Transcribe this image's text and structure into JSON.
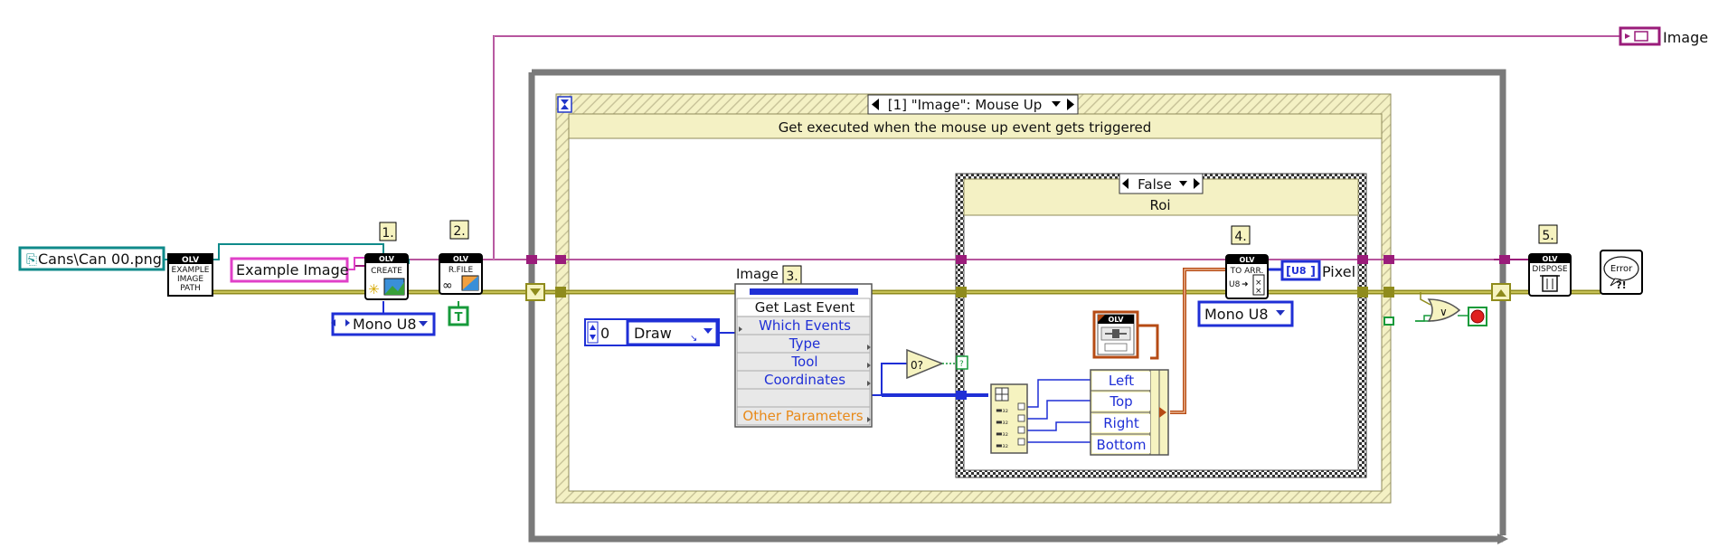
{
  "path_constant": "Cans\\Can 00.png",
  "nodes": {
    "example_image_path": {
      "header": "OLV",
      "lines": [
        "EXAMPLE",
        "IMAGE",
        "PATH"
      ]
    },
    "create": {
      "header": "OLV",
      "caption": "CREATE"
    },
    "read_file": {
      "header": "OLV",
      "caption": "R.FILE"
    },
    "to_array": {
      "header": "OLV",
      "caption": "TO ARR.",
      "sub": "U8"
    },
    "dispose": {
      "header": "OLV",
      "caption": "DISPOSE"
    },
    "draw_roi": {
      "header": "OLV"
    },
    "error_handler": {
      "caption": "Error",
      "sub": "?!"
    }
  },
  "image_name_constant": "Example Image",
  "step_labels": [
    "1.",
    "2.",
    "3.",
    "4.",
    "5."
  ],
  "mono_u8_labels": [
    "Mono U8",
    "Mono U8"
  ],
  "bool_constant": "T",
  "image_indicator_label": "Image",
  "event_structure": {
    "selector": "[1] \"Image\": Mouse Up",
    "comment": "Get executed when the mouse up event gets triggered"
  },
  "case_structure": {
    "selector": "False",
    "comment": "Roi"
  },
  "invoke_node": {
    "label": "Image",
    "methods": [
      "Get Last Event",
      "Which Events",
      "Type",
      "Tool",
      "Coordinates",
      "Other Parameters"
    ]
  },
  "numeric_constant": "0",
  "draw_enum": "Draw",
  "bundle_outputs": [
    "Left",
    "Top",
    "Right",
    "Bottom"
  ],
  "pixel_label": "Pixel",
  "u8_type": "U8",
  "colors": {
    "error_wire": "#8f8b1c",
    "error_wire_light": "#d8d36a",
    "refnum_wire": "#9a1c7a",
    "path_wire": "#0f8a8a",
    "string_wire": "#e040c8",
    "numeric_wire": "#1f2fd6",
    "boolean_wire": "#169a3a",
    "cluster_wire": "#b64b14",
    "structure_frame": "#777777",
    "event_fill": "#f4f1c4",
    "case_frame": "#666666"
  }
}
